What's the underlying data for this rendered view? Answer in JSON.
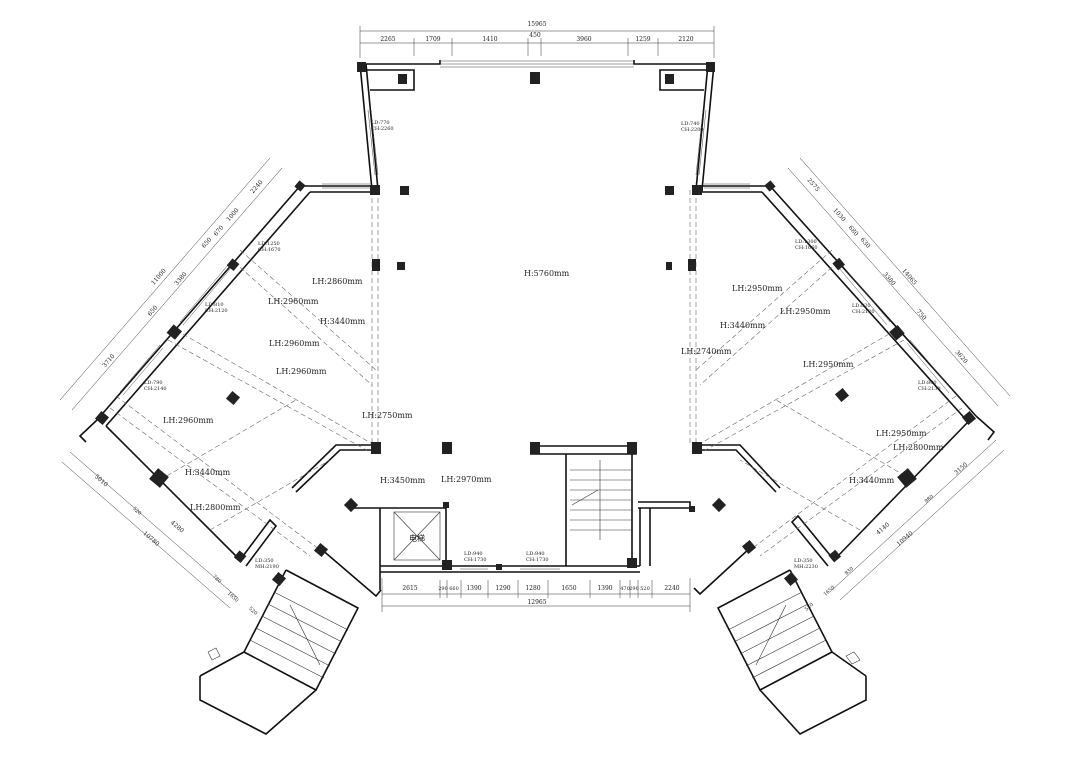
{
  "plan": {
    "top_dims": {
      "overall": "15965",
      "segments": [
        "2265",
        "1709",
        "1410",
        "450",
        "3960",
        "1259",
        "2120"
      ]
    },
    "bottom_dims": {
      "overall": "12965",
      "segments": [
        "2615",
        "290",
        "660",
        "1390",
        "1290",
        "1280",
        "1650",
        "1390",
        "470",
        "290",
        "520",
        "2240"
      ]
    },
    "left_wing_dims": [
      "2240",
      "1000",
      "670",
      "650",
      "11000",
      "3380",
      "650",
      "3710",
      "5010",
      "520",
      "10780",
      "4280",
      "780",
      "1650",
      "520"
    ],
    "right_wing_dims": [
      "2575",
      "1030",
      "680",
      "630",
      "14065",
      "3380",
      "750",
      "3620",
      "3150",
      "980",
      "10940",
      "4140",
      "830",
      "1650",
      "520"
    ],
    "height_labels": {
      "center": "H:5760mm",
      "left_lh_2860": "LH:2860mm",
      "left_lh_2960_a": "LH:2960mm",
      "left_h_3440": "H:3440mm",
      "left_lh_2960_b": "LH:2960mm",
      "left_lh_2960_c": "LH:2960mm",
      "left_lh_2750": "LH:2750mm",
      "left_lh_2960_d": "LH:2960mm",
      "left_h_3440_b": "H:3440mm",
      "left_lh_2800": "LH:2800mm",
      "center_h_3450": "H:3450mm",
      "center_lh_2970": "LH:2970mm",
      "right_lh_2950_a": "LH:2950mm",
      "right_h_3440": "H:3440mm",
      "right_lh_2950_b": "LH:2950mm",
      "right_lh_2740": "LH:2740mm",
      "right_lh_2950_c": "LH:2950mm",
      "right_lh_2950_d": "LH:2950mm",
      "right_lh_2800": "LH:2800mm",
      "right_h_3440_b": "H:3440mm"
    },
    "openings": {
      "top_left": [
        "LD:770",
        "CH:2260"
      ],
      "top_right": [
        "LD:740",
        "CH:2200"
      ],
      "left_1": [
        "LD:1250",
        "CH:1670"
      ],
      "left_2": [
        "LD:810",
        "CH:2120"
      ],
      "left_3": [
        "LD:790",
        "CH:2140"
      ],
      "left_door": [
        "LD:350",
        "MH:2190"
      ],
      "right_1": [
        "LD:1300",
        "CH:1660"
      ],
      "right_2": [
        "LD:820",
        "CH:2120"
      ],
      "right_3": [
        "LD:800",
        "CH:2130"
      ],
      "right_door": [
        "LD:350",
        "MH:2230"
      ],
      "bottom_1": [
        "LD:940",
        "CH:1730"
      ],
      "bottom_2": [
        "LD:940",
        "CH:1730"
      ]
    },
    "elevator_label": "电梯"
  }
}
